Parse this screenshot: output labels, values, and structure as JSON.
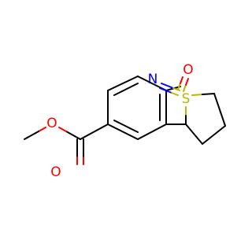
{
  "molecule": {
    "atoms": {
      "nitrogen": {
        "label": "N",
        "color": "#0000ff"
      },
      "sulfur": {
        "label": "S",
        "color": "#b8b800"
      },
      "sulfoxide_oxygen": {
        "label": "O",
        "color": "#ff0000"
      },
      "ester_oxygen": {
        "label": "O",
        "color": "#ff0000"
      },
      "carbonyl_oxygen": {
        "label": "O",
        "color": "#ff0000"
      }
    },
    "colors": {
      "bond": "#000000",
      "nitrogen": "#0000ff",
      "oxygen": "#ff0000",
      "sulfur": "#b8b800",
      "background": "#ffffff"
    }
  }
}
